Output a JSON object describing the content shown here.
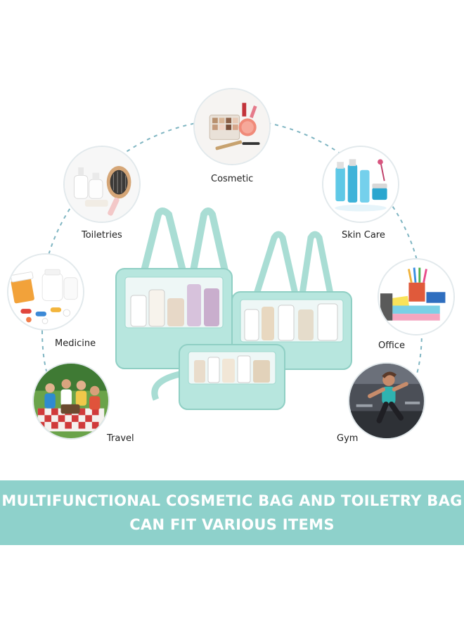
{
  "usages": [
    {
      "id": "cosmetic",
      "label": "Cosmetic",
      "icon": "cosmetic-palette-photo"
    },
    {
      "id": "toiletries",
      "label": "Toiletries",
      "icon": "toiletries-brush-photo"
    },
    {
      "id": "skin-care",
      "label": "Skin Care",
      "icon": "skin-care-bottles-photo"
    },
    {
      "id": "medicine",
      "label": "Medicine",
      "icon": "medicine-pills-photo"
    },
    {
      "id": "office",
      "label": "Office",
      "icon": "office-stationery-photo"
    },
    {
      "id": "travel",
      "label": "Travel",
      "icon": "travel-picnic-photo"
    },
    {
      "id": "gym",
      "label": "Gym",
      "icon": "gym-runner-photo"
    }
  ],
  "banner": {
    "line1": "MULTIFUNCTIONAL COSMETIC BAG AND TOILETRY BAG",
    "line2": "CAN FIT VARIOUS ITEMS"
  },
  "colors": {
    "bag_mint": "#b7e6de",
    "bag_dark": "#8fcfc4",
    "banner_bg": "#8ed1cb",
    "dash_line": "#7fb5c2"
  }
}
